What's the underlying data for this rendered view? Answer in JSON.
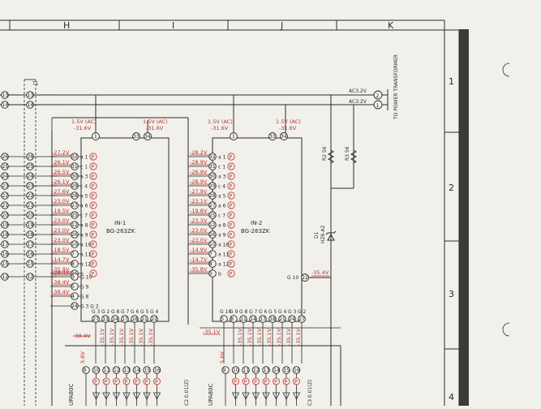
{
  "grid_columns": [
    "H",
    "I",
    "J",
    "K"
  ],
  "grid_rows": [
    "1",
    "2",
    "3",
    "4"
  ],
  "transformer": {
    "label": "T1",
    "ac_labels": [
      "AC3.2V",
      "AC3.2V"
    ],
    "pins": [
      "2",
      "1"
    ],
    "destination": "TO POWER TRANSFORMER"
  },
  "left_connectors": [
    "13",
    "14",
    "26",
    "25",
    "24",
    "23",
    "22",
    "21",
    "20",
    "19",
    "18",
    "17",
    "16",
    "15",
    "12"
  ],
  "in1": {
    "name": "IN-1",
    "part": "BG-263ZK",
    "supply_labels": [
      "1.5V (AC)",
      "-31.6V",
      "1.5V (AC)",
      "-31.6V"
    ],
    "top_pins": [
      "1",
      "33",
      "34"
    ],
    "voltages": [
      "-27.2V",
      "-26.1V",
      "-26.5V",
      "-26.1V",
      "-27.6V",
      "-23.0V",
      "-19.5V",
      "-23.0V",
      "-23.0V",
      "-23.0V",
      "-18.5V",
      "-14.7V",
      "-35.9V",
      "-38.4V",
      "-38.4V",
      "-38.4V"
    ],
    "pins": [
      "32",
      "31",
      "30",
      "29",
      "28",
      "27",
      "25",
      "12",
      "26",
      "10",
      "7",
      "8",
      "11",
      "3",
      "5",
      "4",
      "24"
    ],
    "segs": [
      "a 1",
      "c 1",
      "a 3",
      "c 4",
      "a 5",
      "a 6",
      "c 7",
      "a 8",
      "a 9",
      "a 10",
      "a 11",
      "a 12",
      "b",
      "G 10",
      "G 9",
      "G 8",
      "G 3 G 2"
    ],
    "bottom_grid": [
      "G 3",
      "G 2",
      "G 8",
      "G 7",
      "G 6",
      "G 5",
      "G 4"
    ],
    "bottom_pins": [
      "27",
      "13",
      "14",
      "17",
      "18",
      "21",
      "22"
    ],
    "bottom_voltages": [
      "-38.4V",
      "-35.1V",
      "-35.1V",
      "-35.1V",
      "-35.1V",
      "-35.1V",
      "-35.1V"
    ]
  },
  "in2": {
    "name": "IN-2",
    "part": "BG-263ZK",
    "supply_labels": [
      "1.5V (AC)",
      "-31.6V",
      "1.5V (AC)",
      "-31.6V"
    ],
    "top_pins": [
      "1",
      "33",
      "34"
    ],
    "voltages": [
      "-28.2V",
      "-28.9V",
      "-26.9V",
      "-28.9V",
      "-27.9V",
      "-23.1V",
      "-19.8V",
      "-23.3V",
      "-23.0V",
      "-23.0V",
      "-14.9V",
      "-14.7V",
      "-35.8V"
    ],
    "pins": [
      "32",
      "31",
      "30",
      "29",
      "28",
      "27",
      "25",
      "12",
      "26",
      "10",
      "7",
      "8",
      "3"
    ],
    "segs": [
      "a 1",
      "c 1",
      "a 3",
      "c 4",
      "a 5",
      "a 6",
      "c 7",
      "a 8",
      "a 9",
      "a 10",
      "a 11",
      "a 12",
      "b"
    ],
    "g10_label": "G 10",
    "g10_pin": "22",
    "g10_voltage": "-35.4V",
    "bottom_grid": [
      "G 10",
      "G 9",
      "G 8",
      "G 7",
      "G 6",
      "G 5",
      "G 4",
      "G 3",
      "G 2"
    ],
    "bottom_pins": [
      "5",
      "8",
      "11",
      "14",
      "17",
      "18",
      "21",
      "24",
      "27"
    ],
    "bottom_voltage": "-35.1V"
  },
  "resistors": [
    "R2 56",
    "R3 56"
  ],
  "diode": {
    "label": "D1",
    "part": "HZ6-A2"
  },
  "lower": {
    "left_ic": "UPA80C",
    "right_ic": "UPA80C",
    "rail_voltage": "5.6V",
    "cap1": "C2 0.01(Z)",
    "cap2": "C3 0.01(Z)",
    "pins": [
      "9",
      "10",
      "11",
      "12",
      "13",
      "14",
      "15",
      "16"
    ]
  }
}
